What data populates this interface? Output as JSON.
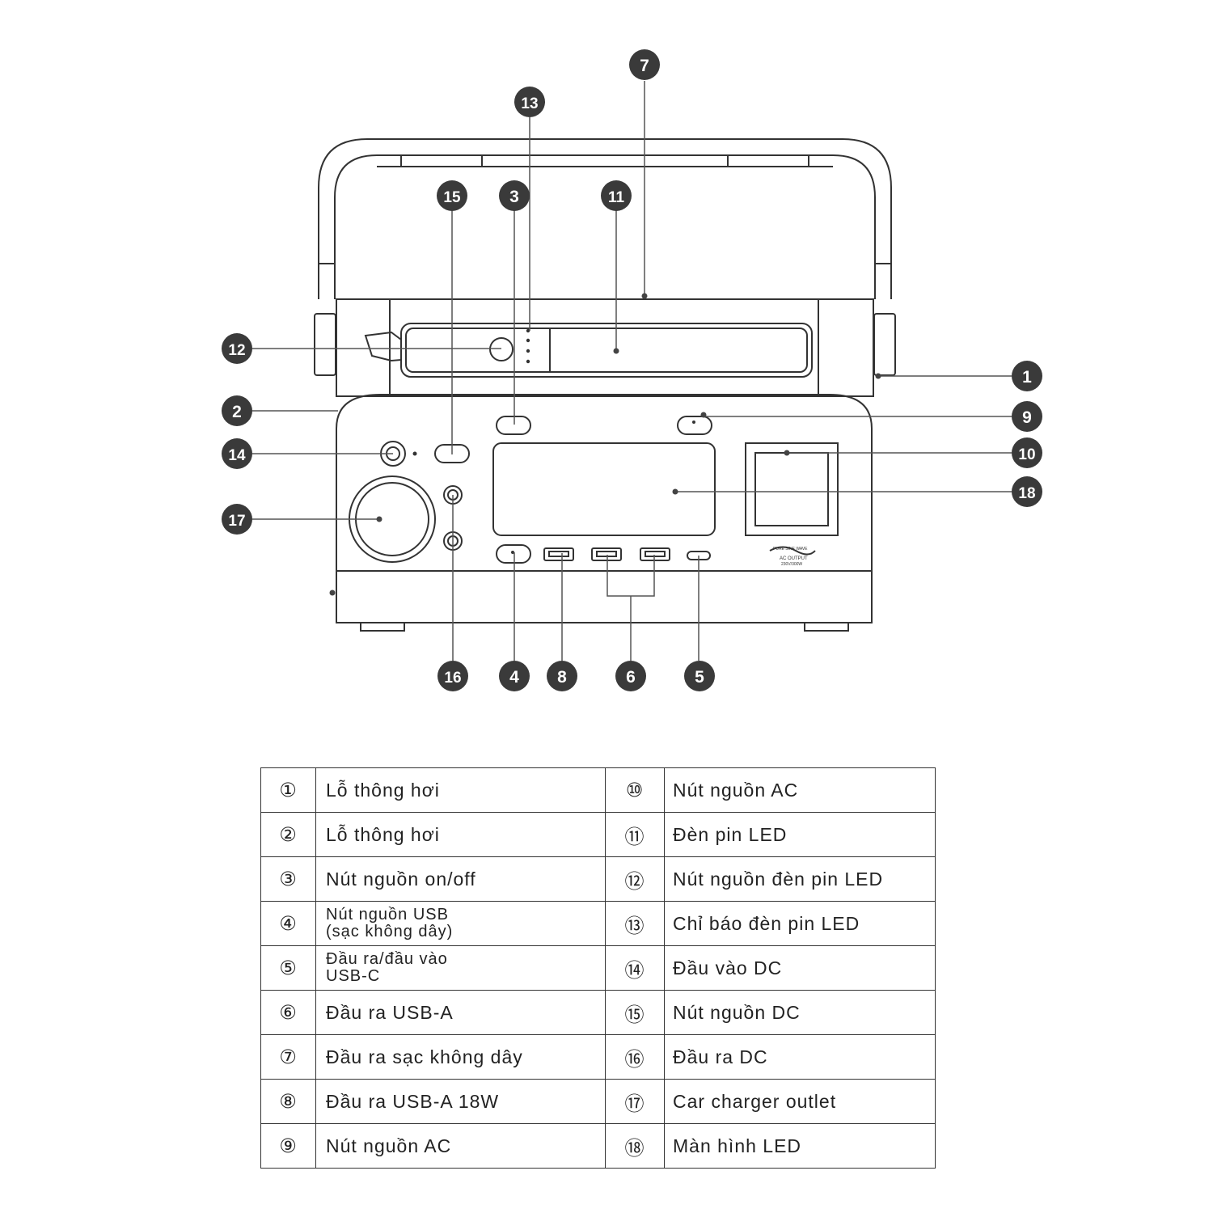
{
  "callouts": [
    "1",
    "2",
    "3",
    "4",
    "5",
    "6",
    "7",
    "8",
    "9",
    "10",
    "11",
    "12",
    "13",
    "14",
    "15",
    "16",
    "17",
    "18"
  ],
  "panel_text": {
    "sine_wave": "PURE SINE WAVE",
    "ac_output": "AC OUTPUT",
    "ac_rating": "230V/300W"
  },
  "legend": {
    "left": [
      {
        "num": "①",
        "label": "Lỗ thông hơi"
      },
      {
        "num": "②",
        "label": "Lỗ thông hơi"
      },
      {
        "num": "③",
        "label": "Nút nguồn on/off"
      },
      {
        "num": "④",
        "line1": "Nút nguồn USB",
        "line2": "(sạc không dây)"
      },
      {
        "num": "⑤",
        "line1": "Đầu ra/đầu vào",
        "line2": "USB-C"
      },
      {
        "num": "⑥",
        "label": "Đầu ra USB-A"
      },
      {
        "num": "⑦",
        "label": "Đầu ra sạc không dây"
      },
      {
        "num": "⑧",
        "label": "Đầu ra USB-A 18W"
      },
      {
        "num": "⑨",
        "label": "Nút nguồn AC"
      }
    ],
    "right": [
      {
        "num": "⑩",
        "label": "Nút nguồn AC"
      },
      {
        "num": "⑪",
        "label": "Đèn pin LED"
      },
      {
        "num": "⑫",
        "label": "Nút nguồn đèn pin LED"
      },
      {
        "num": "⑬",
        "label": "Chỉ báo đèn pin LED"
      },
      {
        "num": "⑭",
        "label": "Đầu vào DC"
      },
      {
        "num": "⑮",
        "label": "Nút nguồn DC"
      },
      {
        "num": "⑯",
        "label": "Đầu ra DC"
      },
      {
        "num": "⑰",
        "label": "Car charger outlet"
      },
      {
        "num": "⑱",
        "label": "Màn hình LED"
      }
    ]
  },
  "colors": {
    "line": "#333333",
    "badge": "#3a3a3a",
    "leader": "#555555"
  }
}
